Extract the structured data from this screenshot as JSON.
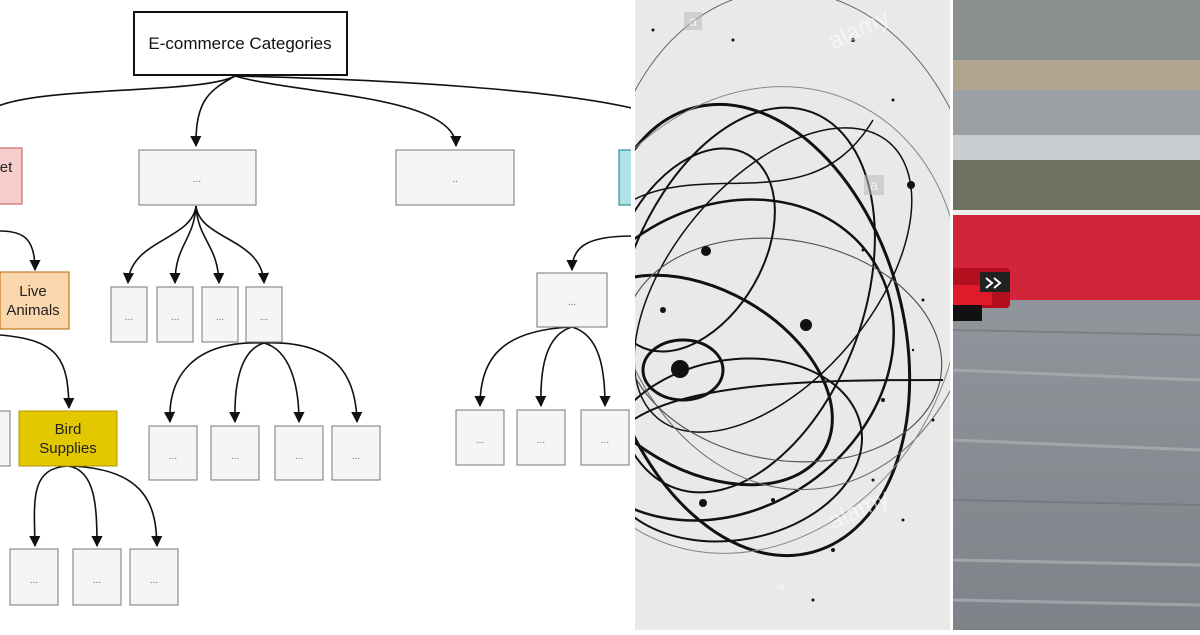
{
  "diagram": {
    "root": {
      "label": "E-commerce Categories"
    },
    "pet": {
      "label": "Pet",
      "visible_text": "Pet",
      "shown": "et"
    },
    "live_animals": {
      "line1": "Live",
      "line2": "Animals"
    },
    "bird_supplies": {
      "line1": "Bird",
      "line2": "Supplies"
    },
    "placeholder": "...",
    "placeholder_short": "..",
    "colors": {
      "pet": "#f8cecc",
      "live_animals": "#fad7ac",
      "bird_supplies": "#e3c800",
      "teal": "#b0e3e6",
      "placeholder": "#f5f5f5"
    }
  },
  "stock_photo": {
    "watermark": "alamy",
    "logo_letter": "a"
  }
}
